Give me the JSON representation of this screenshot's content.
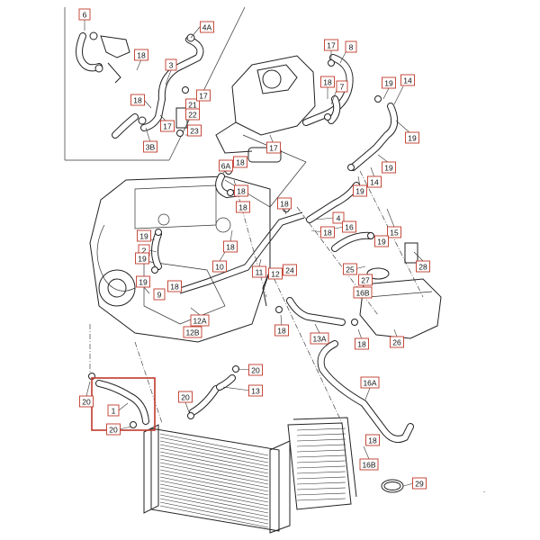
{
  "labels": {
    "l_6": "6",
    "l_4a": "4A",
    "l_18_a": "18",
    "l_3": "3",
    "l_18_b": "18",
    "l_21": "21",
    "l_17_a": "17",
    "l_22": "22",
    "l_17_b": "17",
    "l_3b": "3B",
    "l_23": "23",
    "l_17_c": "17",
    "l_8": "8",
    "l_18_c": "18",
    "l_7": "7",
    "l_19_a": "19",
    "l_14_a": "14",
    "l_19_b": "19",
    "l_17_d": "17",
    "l_6a": "6A",
    "l_18_d": "18",
    "l_19_c": "19",
    "l_14_b": "14",
    "l_19_d": "19",
    "l_18_e": "18",
    "l_18_f": "18",
    "l_18_g": "18",
    "l_4": "4",
    "l_18_h": "18",
    "l_16": "16",
    "l_15": "15",
    "l_19_e": "19",
    "l_18_i": "18",
    "l_19_f": "19",
    "l_2": "2",
    "l_19_g": "19",
    "l_10": "10",
    "l_11": "11",
    "l_12": "12",
    "l_24": "24",
    "l_25": "25",
    "l_27": "27",
    "l_28": "28",
    "l_16b_a": "16B",
    "l_19_h": "19",
    "l_9": "9",
    "l_18_j": "18",
    "l_12a": "12A",
    "l_12b": "12B",
    "l_18_k": "18",
    "l_13a": "13A",
    "l_18_l": "18",
    "l_26": "26",
    "l_20_a": "20",
    "l_20_b": "20",
    "l_1": "1",
    "l_20_c": "20",
    "l_13": "13",
    "l_16a": "16A",
    "l_20_d": "20",
    "l_18_m": "18",
    "l_16b_b": "16B",
    "l_29": "29"
  },
  "colors": {
    "callout_border": "#c0392b",
    "highlight": "#c0392b",
    "line": "#222222"
  }
}
